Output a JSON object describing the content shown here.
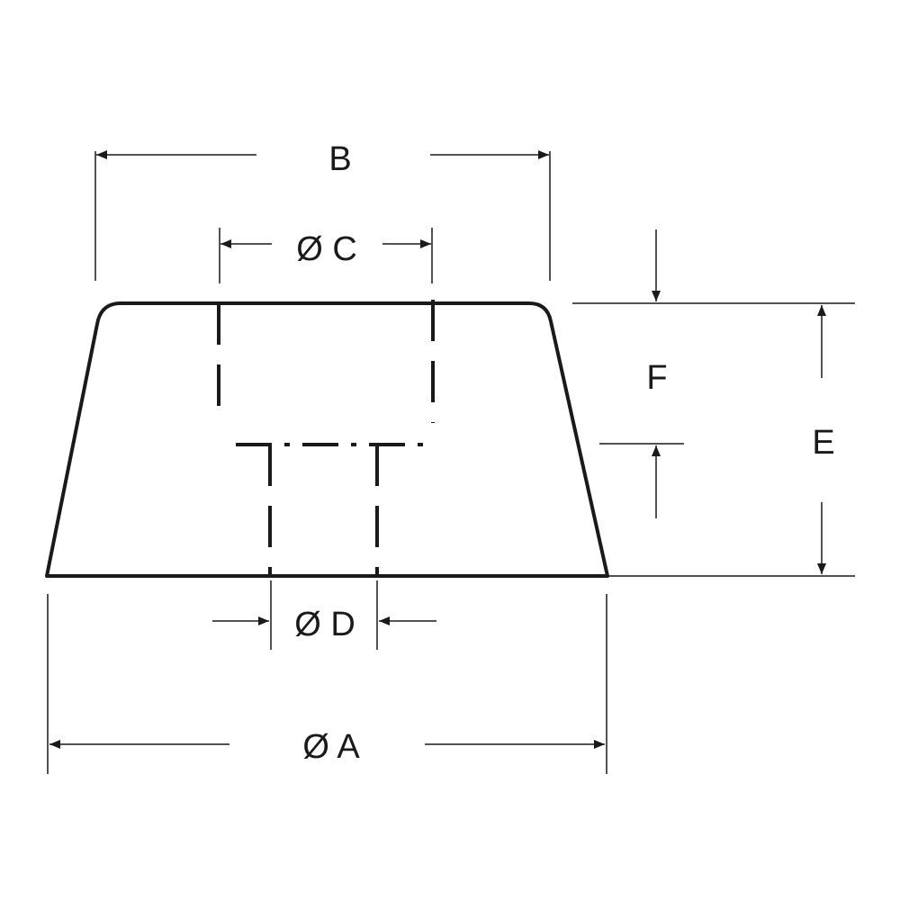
{
  "labels": {
    "b": "B",
    "c": "Ø C",
    "d": "Ø D",
    "a": "Ø A",
    "e": "E",
    "f": "F"
  },
  "colors": {
    "line": "#1a1a1a",
    "background": "#ffffff"
  }
}
